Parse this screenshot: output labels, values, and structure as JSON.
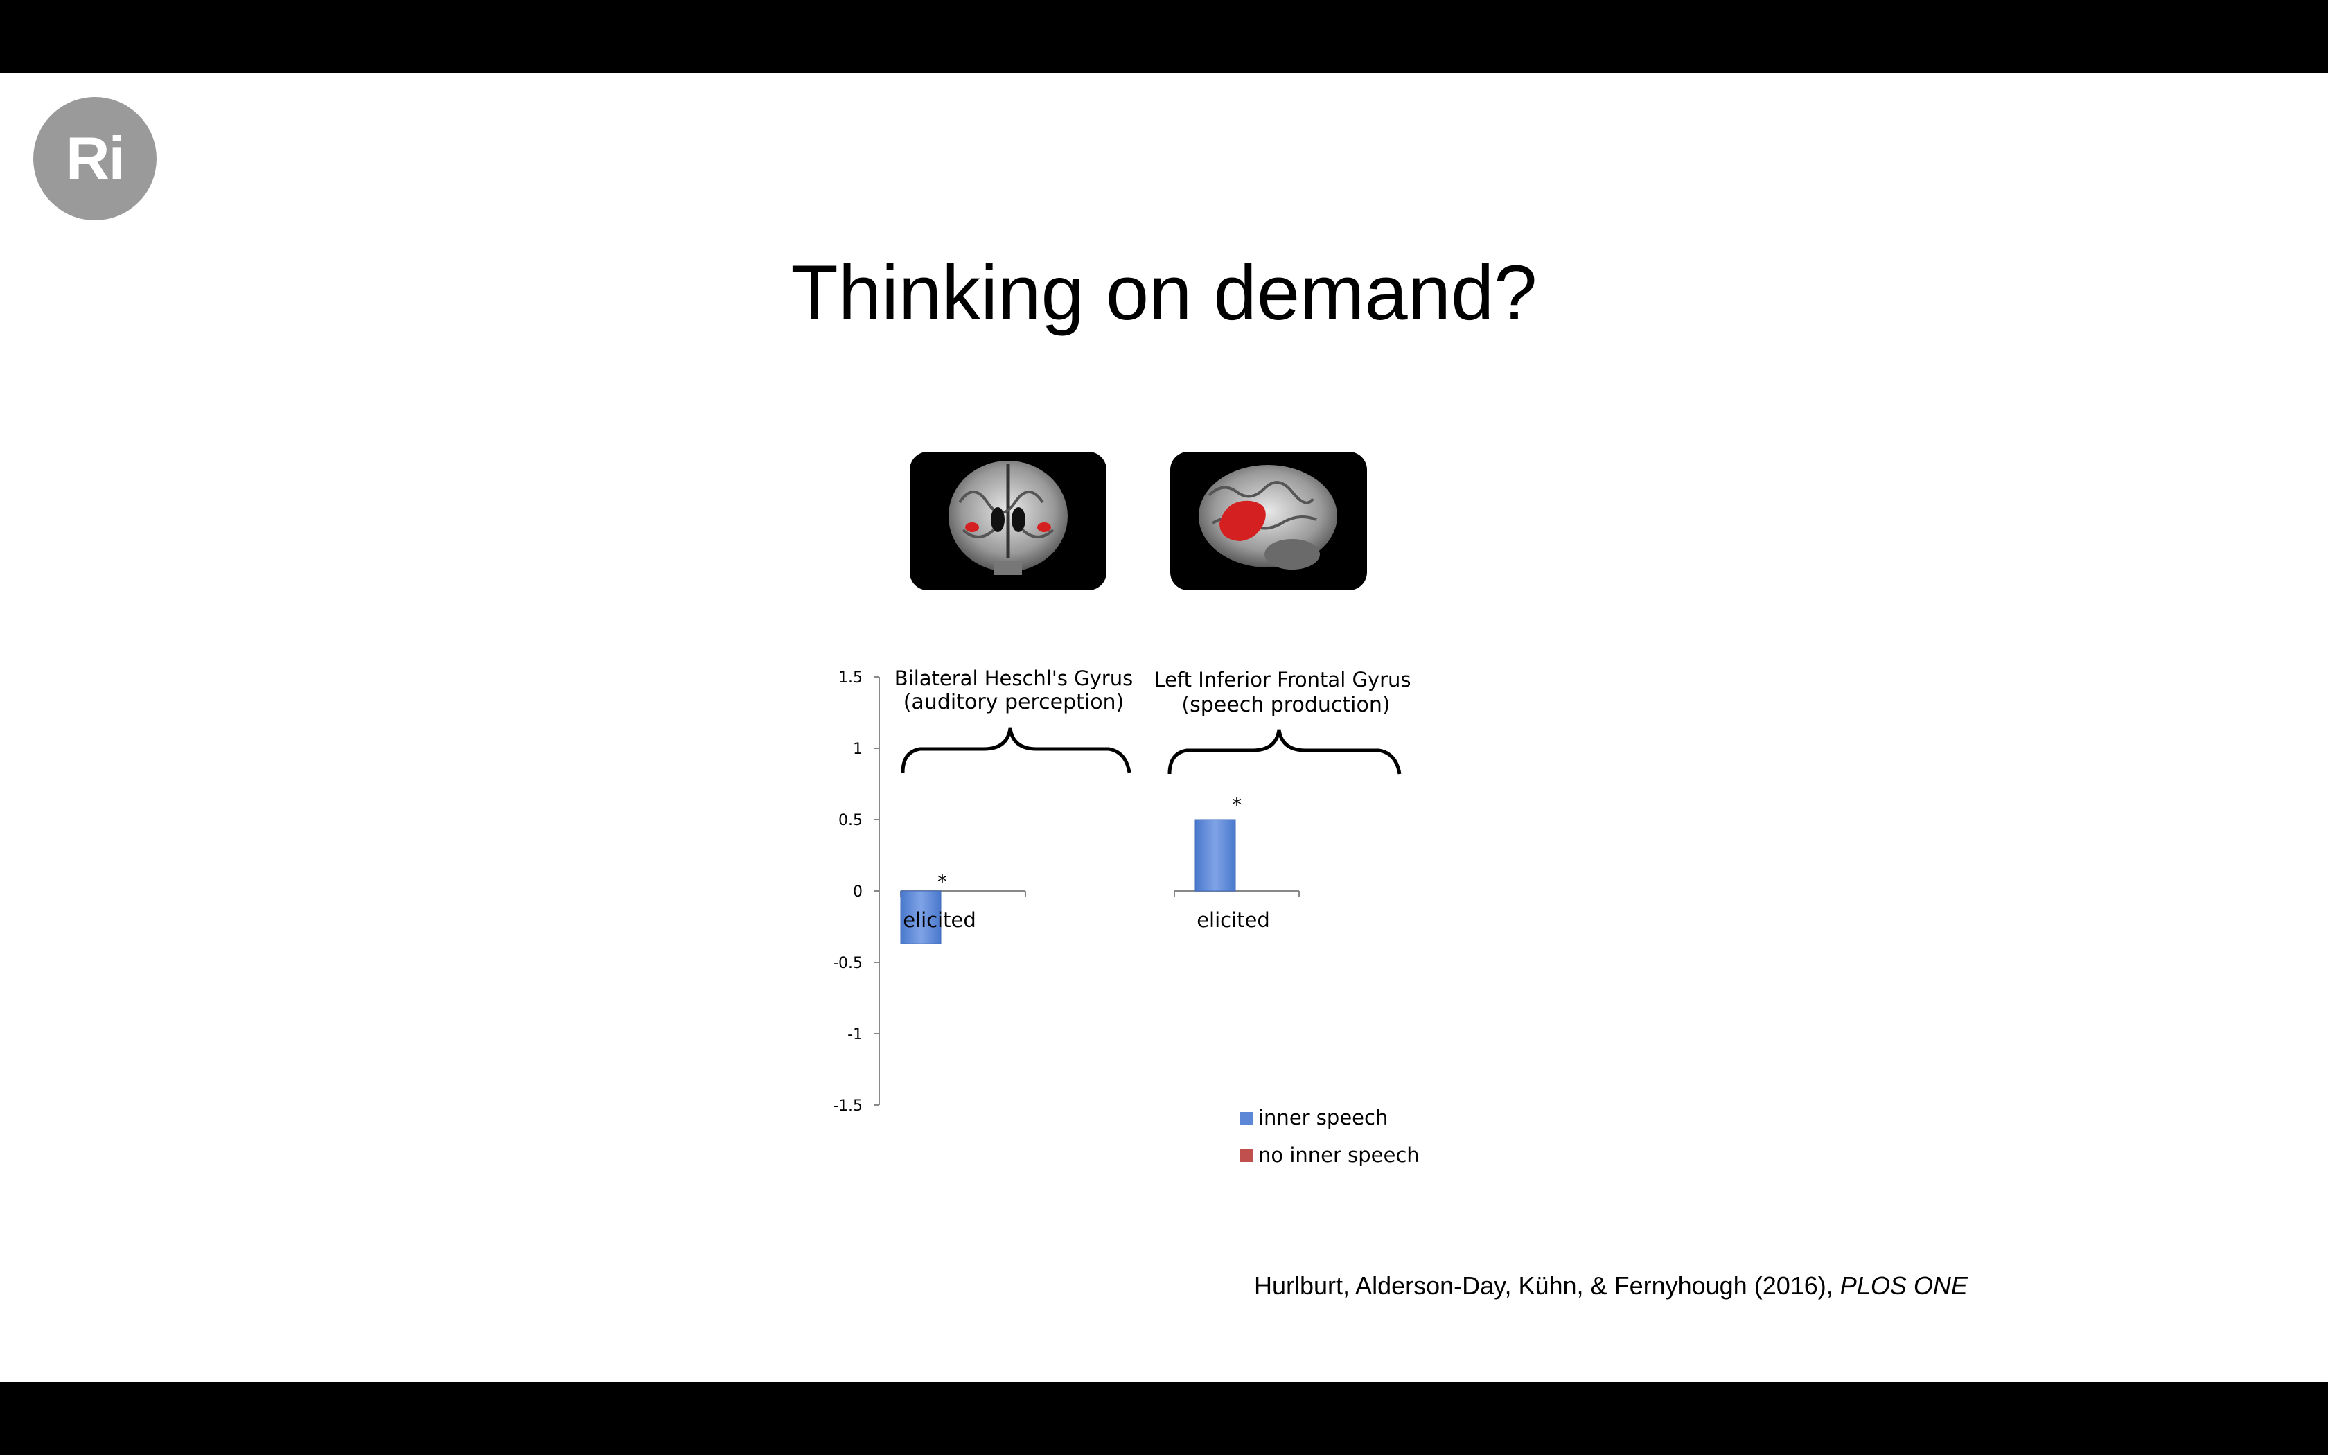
{
  "slide": {
    "logo_text": "Ri",
    "title": "Thinking on demand?",
    "citation_authors": "Hurlburt, Alderson-Day, Kühn, & Fernyhough (2016), ",
    "citation_journal": "PLOS ONE"
  },
  "brain_panels": [
    {
      "icon": "coronal-brain-scan",
      "label_line1": "Bilateral Heschl's Gyrus",
      "label_line2": "(auditory perception)"
    },
    {
      "icon": "sagittal-brain-scan",
      "label_line1": "Left Inferior Frontal Gyrus",
      "label_line2": "(speech production)"
    }
  ],
  "colors": {
    "inner_speech": "#5b87d6",
    "no_inner_speech": "#c0504d",
    "highlight": "#d42020"
  },
  "chart_data": {
    "type": "bar",
    "ylim": [
      -1.5,
      1.5
    ],
    "yticks": [
      "1.5",
      "1",
      "0.5",
      "0",
      "-0.5",
      "-1",
      "-1.5"
    ],
    "legend_position": "bottom-right",
    "legend": [
      "inner speech",
      "no inner speech"
    ],
    "panels": [
      {
        "region": "Bilateral Heschl's Gyrus",
        "categories": [
          "elicited"
        ],
        "series": [
          {
            "name": "inner speech",
            "values": [
              -0.37
            ]
          }
        ],
        "significance": "*"
      },
      {
        "region": "Left Inferior Frontal Gyrus",
        "categories": [
          "elicited"
        ],
        "series": [
          {
            "name": "inner speech",
            "values": [
              0.5
            ]
          }
        ],
        "significance": "*"
      }
    ]
  }
}
